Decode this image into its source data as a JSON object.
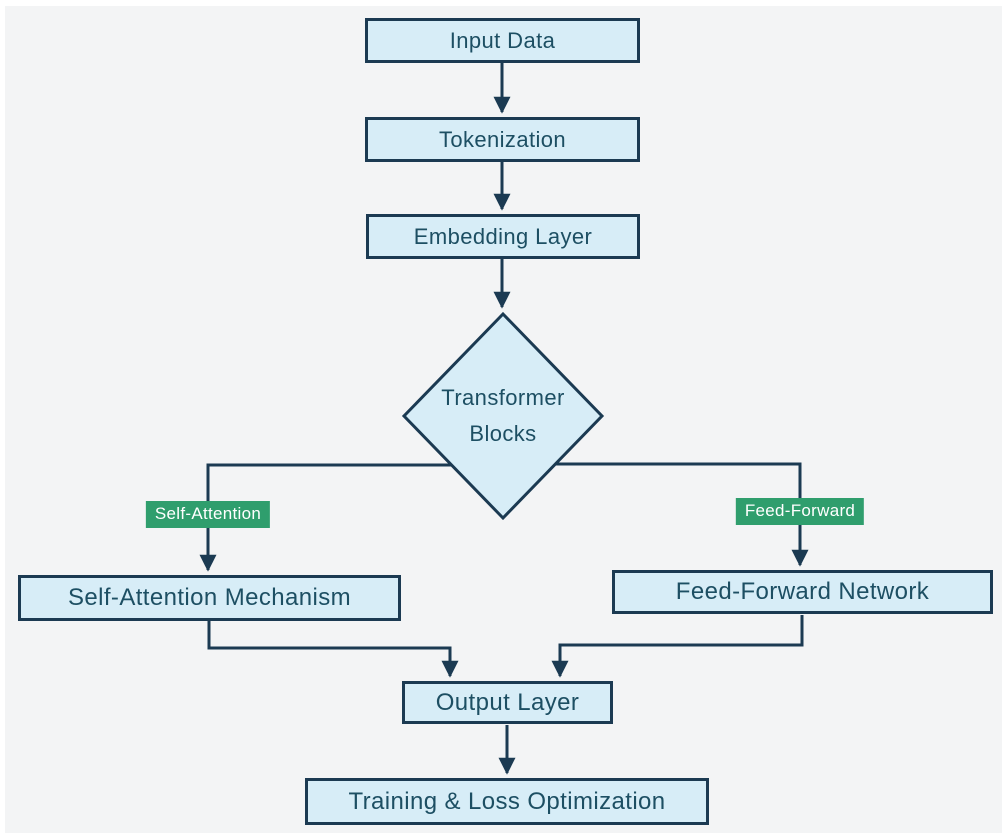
{
  "diagram": {
    "type": "flowchart",
    "colors": {
      "canvas_bg": "#f3f4f5",
      "node_fill": "#d7edf7",
      "node_border": "#1b3a52",
      "node_text": "#1d4f63",
      "edge": "#1b3a52",
      "badge_bg": "#2f9e6d",
      "badge_text": "#ffffff"
    },
    "nodes": [
      {
        "id": "input",
        "label": "Input Data",
        "shape": "rect"
      },
      {
        "id": "tokenization",
        "label": "Tokenization",
        "shape": "rect"
      },
      {
        "id": "embedding",
        "label": "Embedding Layer",
        "shape": "rect"
      },
      {
        "id": "transformer",
        "label": "Transformer Blocks",
        "shape": "diamond"
      },
      {
        "id": "self_attn",
        "label": "Self-Attention Mechanism",
        "shape": "rect"
      },
      {
        "id": "feed_forward",
        "label": "Feed-Forward Network",
        "shape": "rect"
      },
      {
        "id": "output",
        "label": "Output Layer",
        "shape": "rect"
      },
      {
        "id": "training",
        "label": "Training & Loss Optimization",
        "shape": "rect"
      }
    ],
    "edges": [
      {
        "from": "Input Data",
        "to": "Tokenization",
        "label": ""
      },
      {
        "from": "Tokenization",
        "to": "Embedding Layer",
        "label": ""
      },
      {
        "from": "Embedding Layer",
        "to": "Transformer Blocks",
        "label": ""
      },
      {
        "from": "Transformer Blocks",
        "to": "Self-Attention Mechanism",
        "label": "Self-Attention"
      },
      {
        "from": "Transformer Blocks",
        "to": "Feed-Forward Network",
        "label": "Feed-Forward"
      },
      {
        "from": "Self-Attention Mechanism",
        "to": "Output Layer",
        "label": ""
      },
      {
        "from": "Feed-Forward Network",
        "to": "Output Layer",
        "label": ""
      },
      {
        "from": "Output Layer",
        "to": "Training & Loss Optimization",
        "label": ""
      }
    ]
  }
}
